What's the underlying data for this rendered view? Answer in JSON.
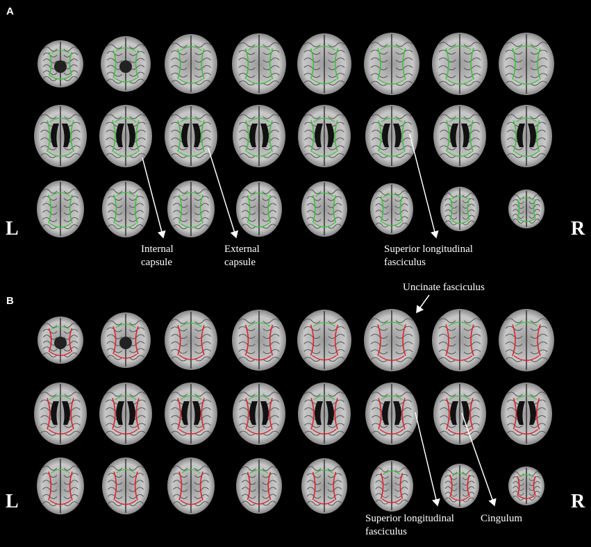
{
  "panels": {
    "a": {
      "letter": "A"
    },
    "b": {
      "letter": "B"
    }
  },
  "sides": {
    "left": "L",
    "right": "R"
  },
  "labels": {
    "a_internal": "Internal\ncapsule",
    "a_external": "External\ncapsule",
    "a_slf": "Superior longitudinal\nfasciculus",
    "b_uncinate": "Uncinate fasciculus",
    "b_slf": "Superior longitudinal\nfasciculus",
    "b_cingulum": "Cingulum"
  },
  "colors": {
    "background": "#000000",
    "tract_green": "#3fbf3f",
    "tract_red": "#e0202a",
    "arrow": "#ffffff"
  }
}
